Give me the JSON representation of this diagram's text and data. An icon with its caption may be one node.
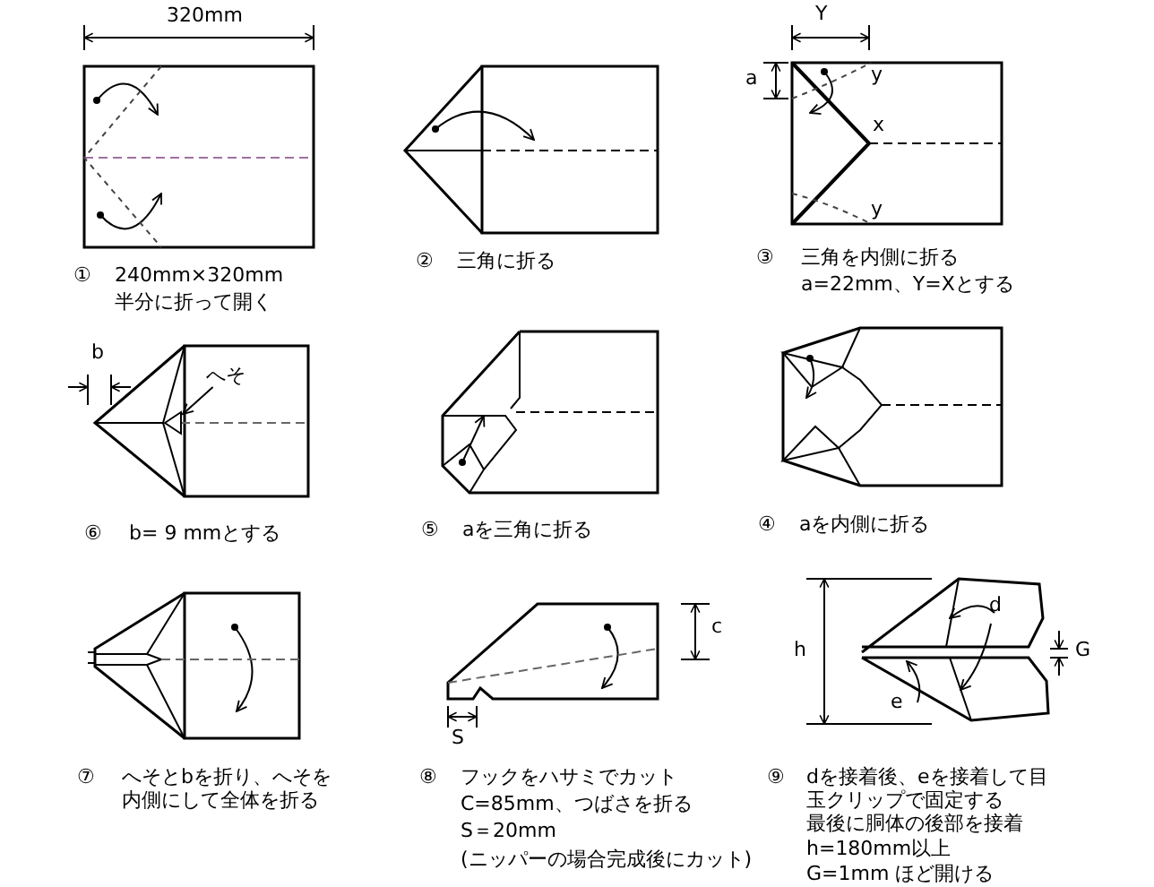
{
  "diagram": {
    "nodes": [
      {
        "text": [
          "へそ"
        ]
      },
      {
        "text": [],
        "shape": "triangle"
      }
    ],
    "edges": [
      {
        "from": 0,
        "to": 1,
        "arrow": "to"
      }
    ],
    "labels": [
      "320mm",
      "Y",
      "a",
      "y",
      "x",
      "y",
      "①",
      "240mm×320mm",
      "半分に折って開く",
      "②",
      "三角に折る",
      "③",
      "三角を内側に折る",
      "a=22mm、Y=Xとする",
      "b",
      "⑥",
      "b= 9 mmとする",
      "⑤",
      "aを三角に折る",
      "④",
      "aを内側に折る",
      "c",
      "h",
      "d",
      "G",
      "e",
      "S",
      "⑦",
      "へそとbを折り、へそを内側にして全体を折る",
      "⑧",
      "フックをハサミでカット",
      "C=85mm、つばさを折る",
      "S＝20mm",
      "(ニッパーの場合完成後にカット)",
      "⑨",
      "dを接着後、eを接着して目玉クリップで固定する",
      "最後に胴体の後部を接着",
      "h=180mm以上",
      "G=1mm ほど開ける"
    ]
  }
}
